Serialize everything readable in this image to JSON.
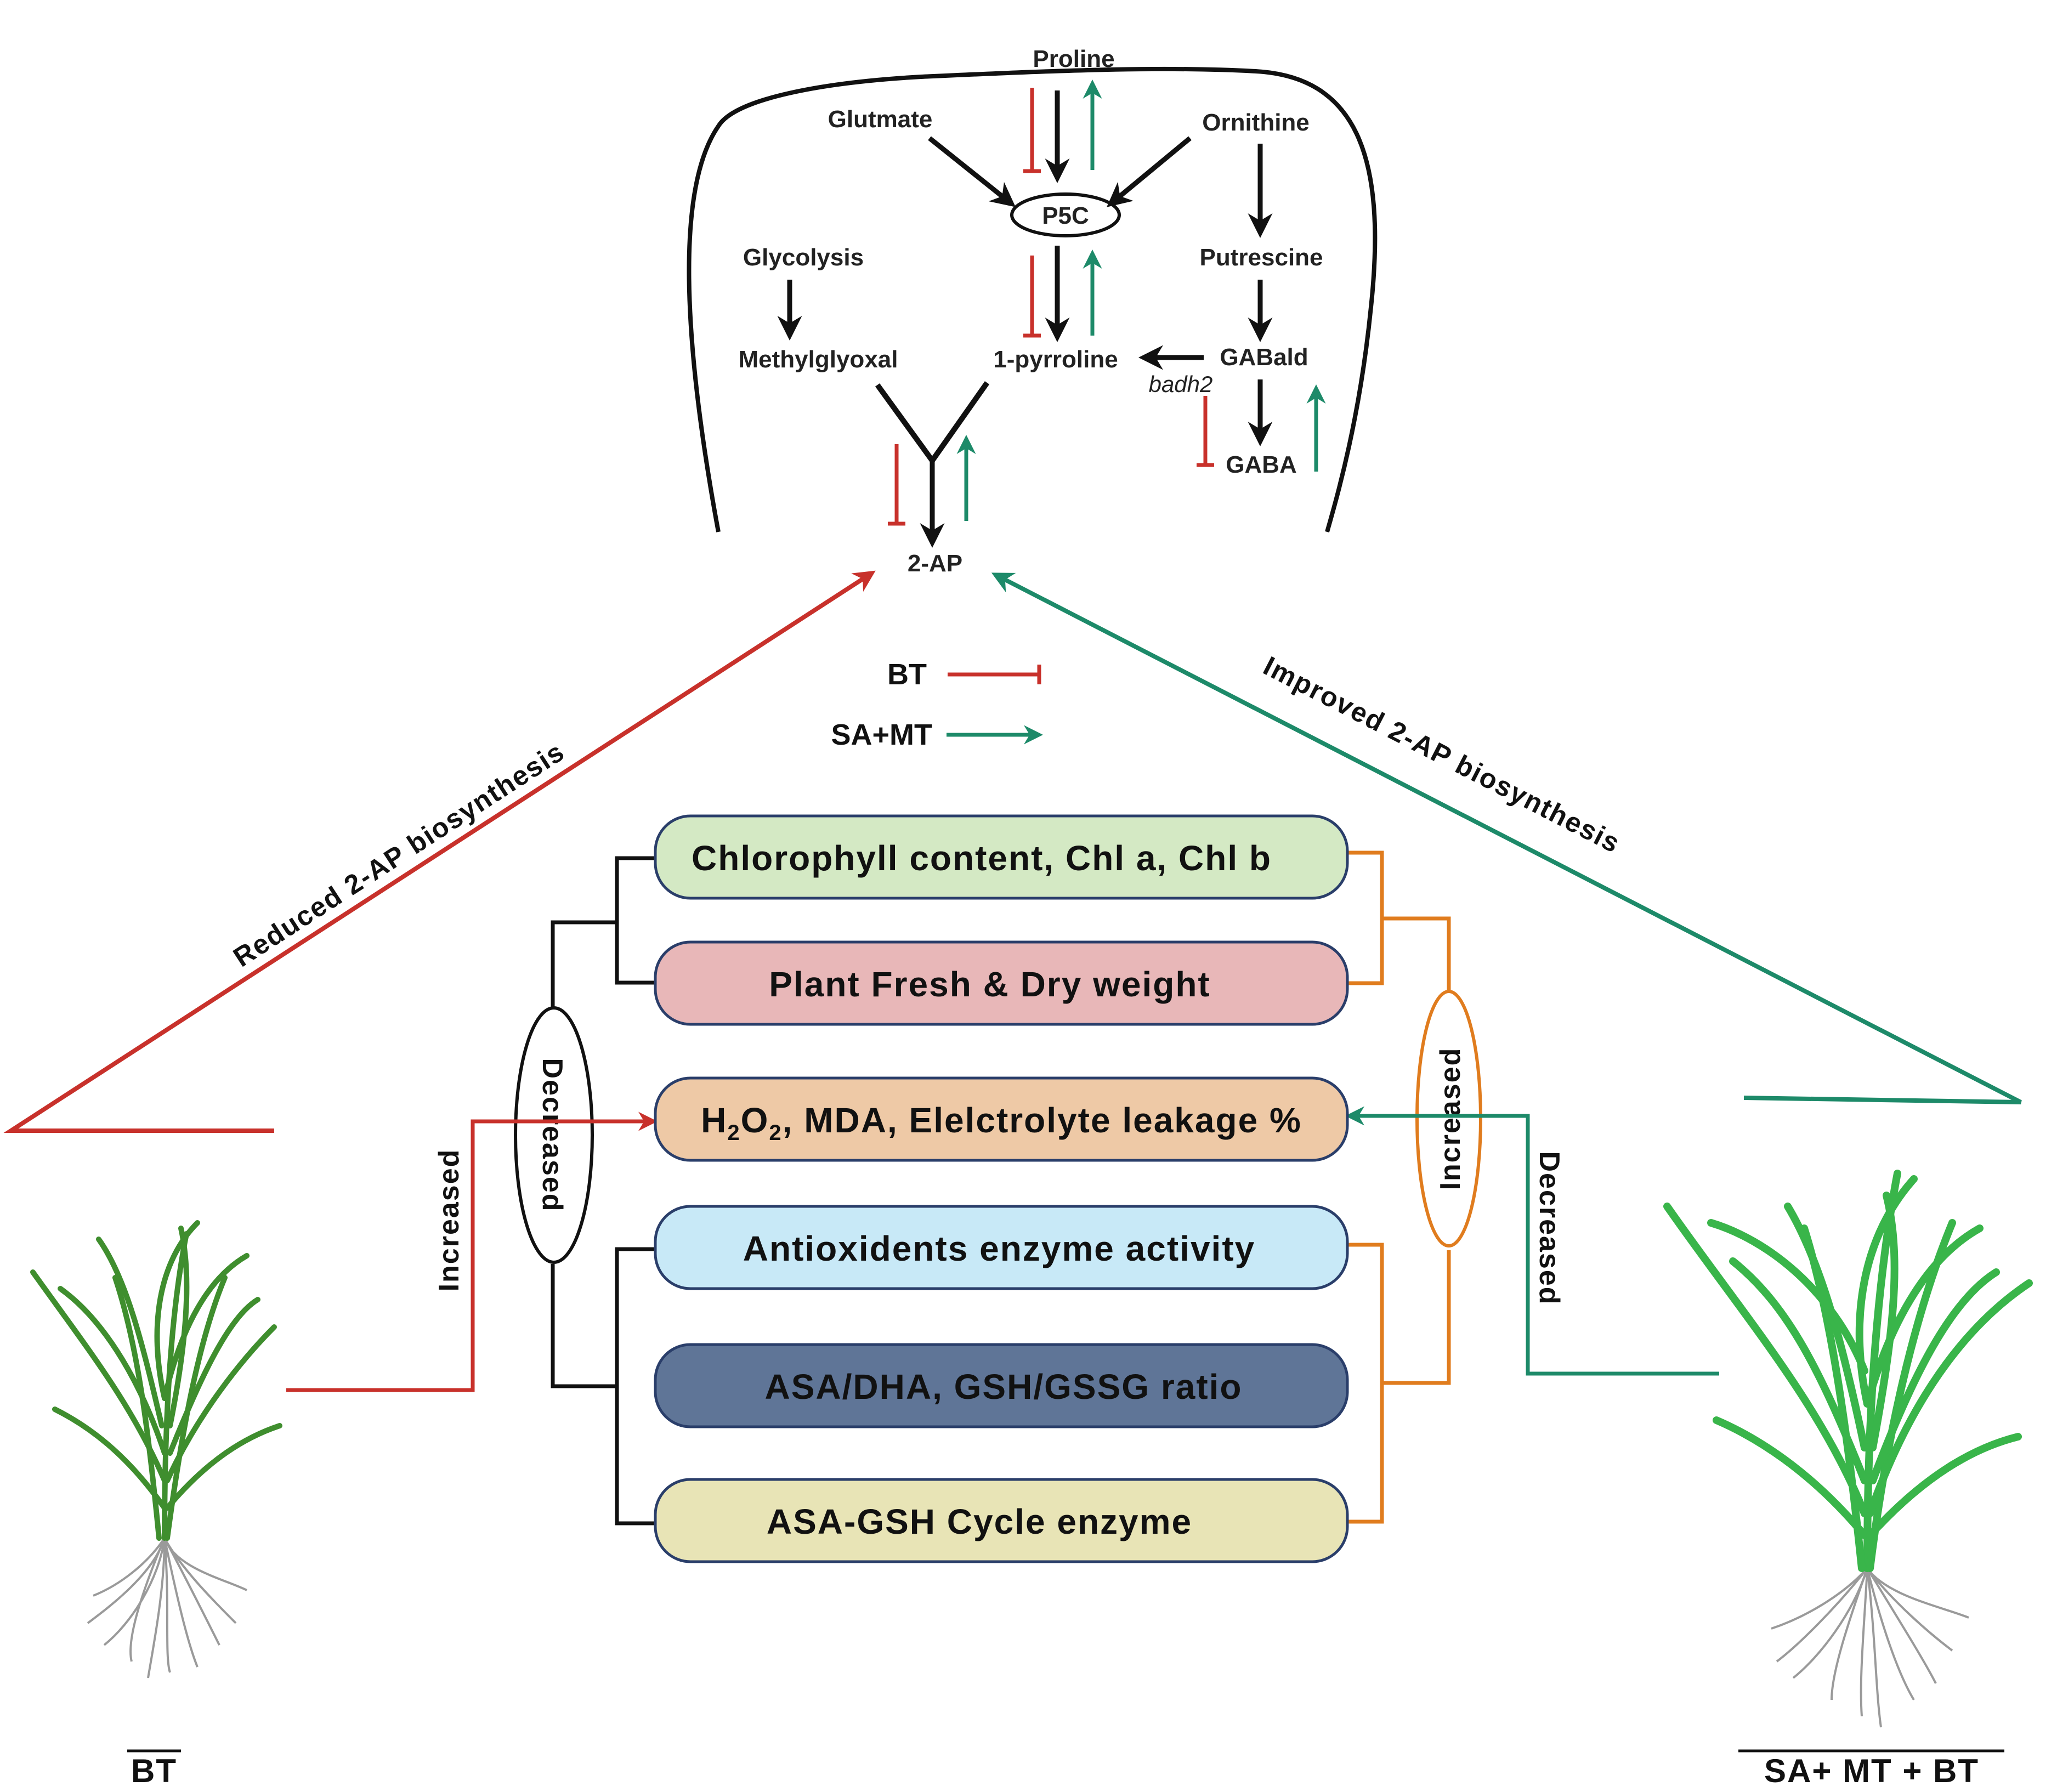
{
  "pathway": {
    "proline": "Proline",
    "glutmate": "Glutmate",
    "ornithine": "Ornithine",
    "p5c": "P5C",
    "glycolysis": "Glycolysis",
    "putrescine": "Putrescine",
    "methylglyoxal": "Methylglyoxal",
    "pyrroline": "1-pyrroline",
    "gabald": "GABald",
    "badh2": "badh2",
    "gaba": "GABA",
    "ap": "2-AP"
  },
  "legend": {
    "bt": "BT",
    "samt": "SA+MT"
  },
  "arrows": {
    "reduced": "Reduced 2-AP biosynthesis",
    "improved": "Improved 2-AP biosynthesis"
  },
  "boxes": [
    {
      "label": "Chlorophyll content, Chl a, Chl b",
      "fill": "#d4e9c4"
    },
    {
      "label": "Plant Fresh & Dry weight",
      "fill": "#e8b7b8"
    },
    {
      "label_parts": [
        "H",
        "2",
        "O",
        "2",
        ", MDA, Elelctrolyte leakage %"
      ],
      "fill": "#eec9a6"
    },
    {
      "label": "Antioxidents enzyme activity",
      "fill": "#c8e9f7"
    },
    {
      "label": "ASA/DHA, GSH/GSSG ratio",
      "fill": "#5f7597"
    },
    {
      "label": "ASA-GSH Cycle enzyme",
      "fill": "#e8e4b6"
    }
  ],
  "side_labels": {
    "left_increased": "Increased",
    "left_decreased": "Decreased",
    "right_increased": "Increased",
    "right_decreased": "Decreased"
  },
  "bottom": {
    "left": "BT",
    "right": "SA+ MT + BT"
  },
  "colors": {
    "red": "#c8312b",
    "green": "#1d8a69",
    "orange": "#e07c1e",
    "black": "#111111",
    "leaf": "#3f8e2e",
    "leaf_bright": "#39b54a",
    "root": "#8a8a8a"
  }
}
